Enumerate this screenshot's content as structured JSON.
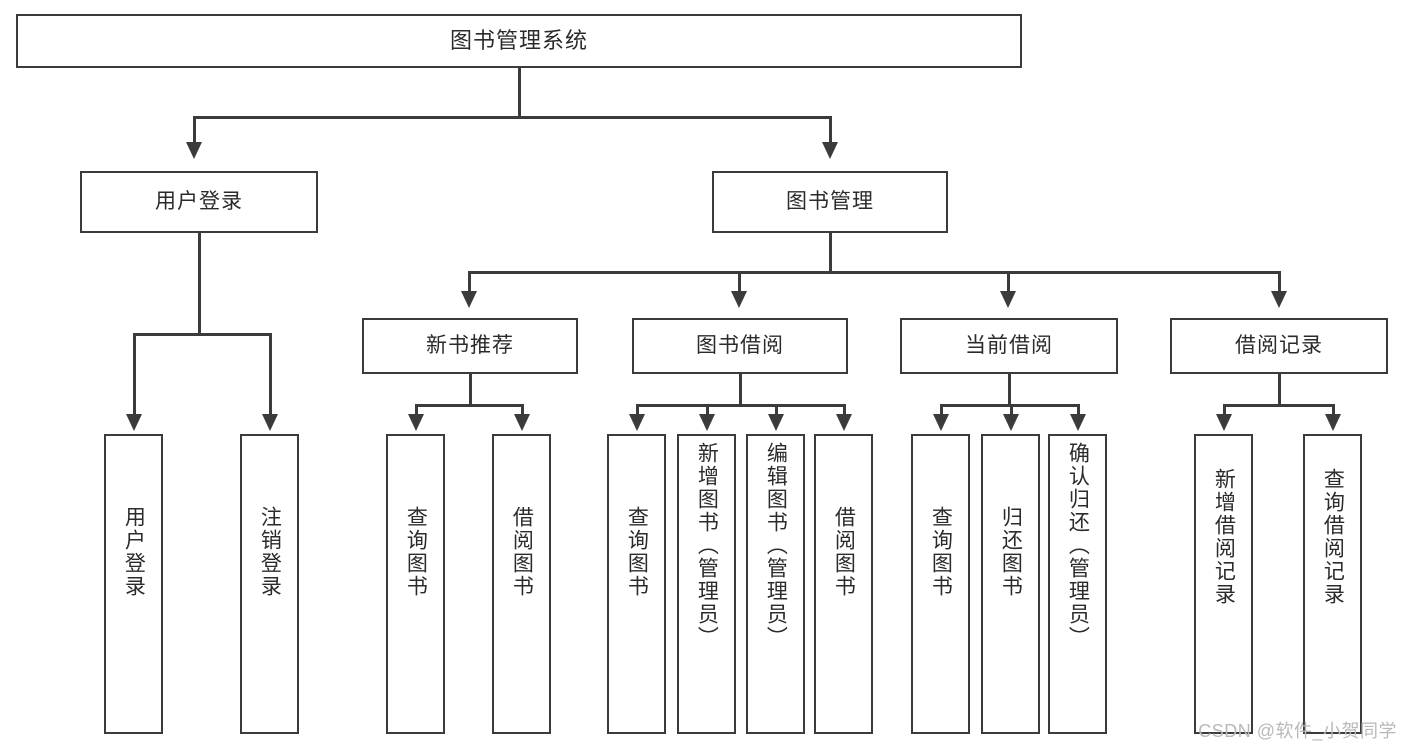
{
  "diagram": {
    "title": "图书管理系统",
    "watermark": "CSDN @软件_小贺同学",
    "nodes": {
      "root": {
        "label": "图书管理系统"
      },
      "level2": [
        {
          "id": "user-login",
          "label": "用户登录"
        },
        {
          "id": "book-manage",
          "label": "图书管理"
        }
      ],
      "level3": [
        {
          "id": "new-book-recommend",
          "label": "新书推荐"
        },
        {
          "id": "book-borrow",
          "label": "图书借阅"
        },
        {
          "id": "current-borrow",
          "label": "当前借阅"
        },
        {
          "id": "borrow-record",
          "label": "借阅记录"
        }
      ],
      "leaves": {
        "user_login": [
          {
            "id": "leaf-user-login",
            "label": "用户登录"
          },
          {
            "id": "leaf-logout-login",
            "label": "注销登录"
          }
        ],
        "new_book_recommend": [
          {
            "id": "leaf-query-book-1",
            "label": "查询图书"
          },
          {
            "id": "leaf-borrow-book-1",
            "label": "借阅图书"
          }
        ],
        "book_borrow": [
          {
            "id": "leaf-query-book-2",
            "label": "查询图书"
          },
          {
            "id": "leaf-add-book",
            "label": "新增图书（管理员）"
          },
          {
            "id": "leaf-edit-book",
            "label": "编辑图书（管理员）"
          },
          {
            "id": "leaf-borrow-book-2",
            "label": "借阅图书"
          }
        ],
        "current_borrow": [
          {
            "id": "leaf-query-book-3",
            "label": "查询图书"
          },
          {
            "id": "leaf-return-book",
            "label": "归还图书"
          },
          {
            "id": "leaf-confirm-return",
            "label": "确认归还（管理员）"
          }
        ],
        "borrow_record": [
          {
            "id": "leaf-add-record",
            "label": "新增借阅记录"
          },
          {
            "id": "leaf-query-record",
            "label": "查询借阅记录"
          }
        ]
      }
    },
    "colors": {
      "stroke": "#3b3b3b",
      "fill": "#ffffff",
      "text": "#2b2b2b",
      "watermark": "#b9b9b9"
    }
  }
}
